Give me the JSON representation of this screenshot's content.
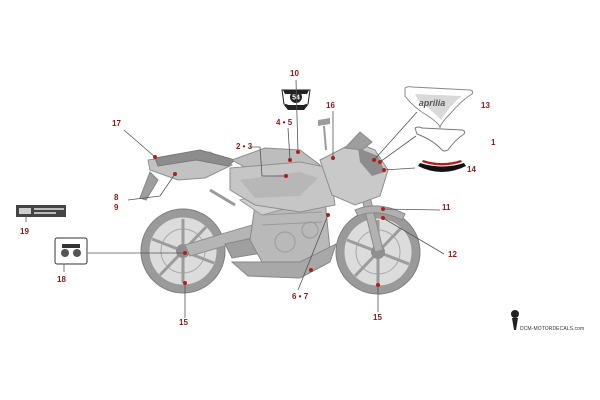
{
  "colors": {
    "callout": "#8a1818",
    "dot": "#b01e1e",
    "leader": "#555555",
    "body": "#c7c7c7",
    "outline": "#8f8f8f",
    "dark": "#8a8a8a"
  },
  "diagram": {
    "callouts": {
      "c1": "1",
      "c23": "2 • 3",
      "c45": "4 • 5",
      "c67": "6 • 7",
      "c8": "8",
      "c9": "9",
      "c10": "10",
      "c11": "11",
      "c12": "12",
      "c13": "13",
      "c14": "14",
      "c15a": "15",
      "c15b": "15",
      "c16": "16",
      "c17": "17",
      "c18": "18",
      "c19": "19"
    },
    "badge_number": "54",
    "decal_brand": "aprilia",
    "watermark": "DCM-MOTORDECALS.com"
  }
}
